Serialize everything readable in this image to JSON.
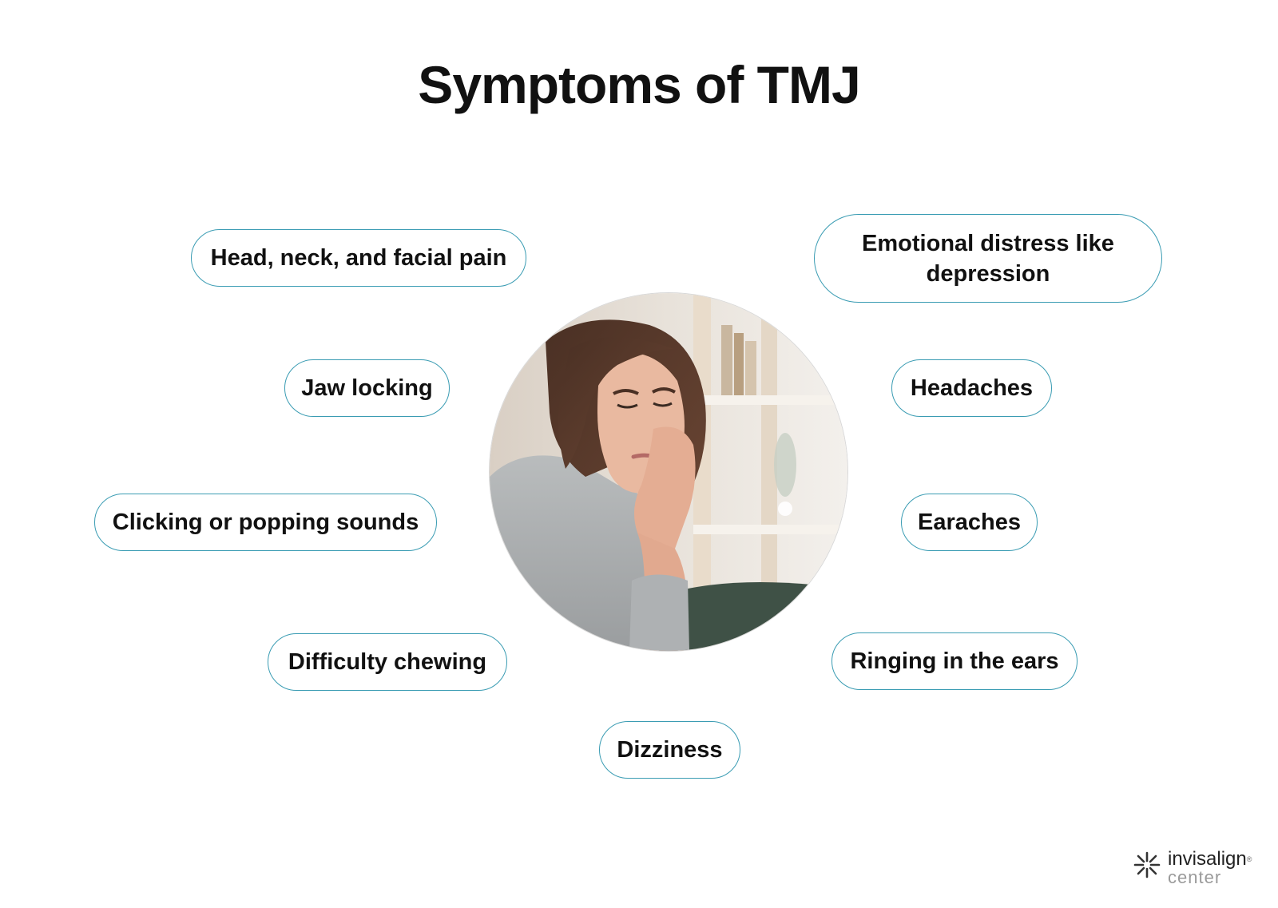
{
  "title": "Symptoms of TMJ",
  "accent_color": "#3a9cb3",
  "symptoms": [
    "Head, neck, and facial pain",
    "Emotional distress like depression",
    "Jaw locking",
    "Headaches",
    "Clicking or popping sounds",
    "Earaches",
    "Difficulty chewing",
    "Ringing in the ears",
    "Dizziness"
  ],
  "center_image": "woman-jaw-pain-photo",
  "logo": {
    "icon": "star-burst-icon",
    "word": "invisalign",
    "registered": "®",
    "sub": "center"
  }
}
